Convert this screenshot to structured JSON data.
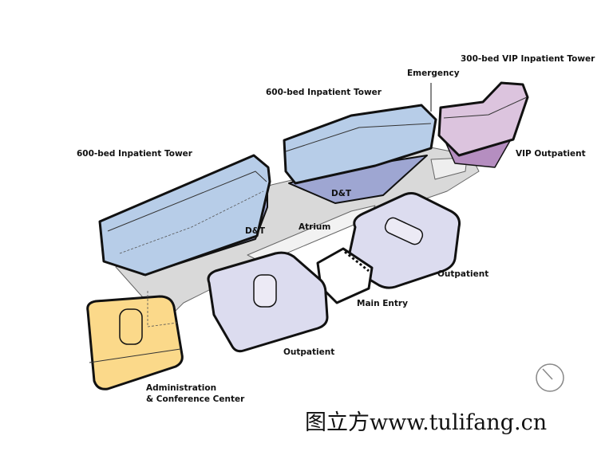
{
  "labels": {
    "tower_left": "600-bed  Inpatient Tower",
    "tower_mid": "600-bed  Inpatient Tower",
    "emergency": "Emergency",
    "vip_tower": "300-bed VIP Inpatient Tower",
    "vip_outpatient": "VIP Outpatient",
    "dt_left": "D&T",
    "dt_mid": "D&T",
    "atrium": "Atrium",
    "outpatient_right": "Outpatient",
    "main_entry": "Main Entry",
    "outpatient_bottom": "Outpatient",
    "admin_line1": "Administration",
    "admin_line2": "& Conference Center"
  },
  "watermark": "图立方www.tulifang.cn",
  "colors": {
    "inpatient": "#b7cde8",
    "dt": "#9ea6d2",
    "vip": "#dcc4de",
    "vip_side": "#b58ec0",
    "outpatient": "#dcdcef",
    "admin": "#fbd98a",
    "podium": "#d9d9d9"
  }
}
